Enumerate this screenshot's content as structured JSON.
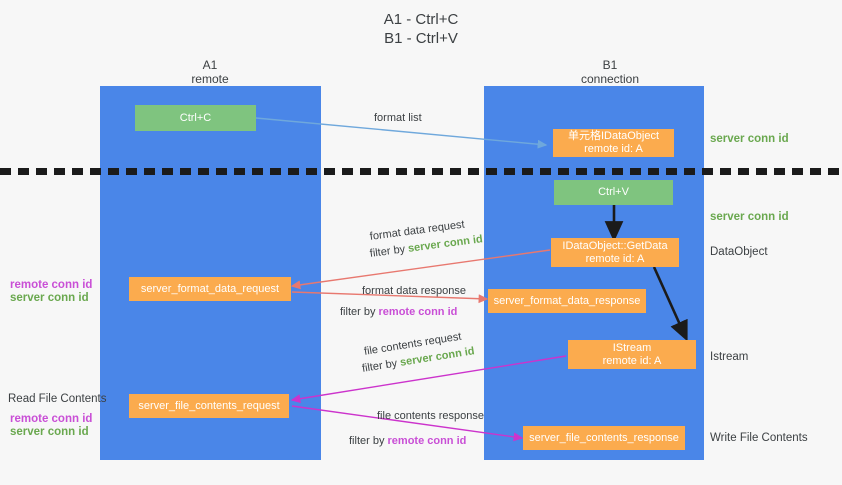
{
  "title": "A1 - Ctrl+C\nB1 - Ctrl+V",
  "colors": {
    "lane": "#4a86e8",
    "box_green": "#7fc47f",
    "box_orange": "#fbab4e",
    "server_conn_id": "#6aa84f",
    "remote_conn_id": "#c94fd6",
    "arrow_blue": "#6fa8dc",
    "arrow_red": "#e8786f",
    "arrow_magenta": "#cc33cc",
    "arrow_black": "#1b1b1b",
    "background": "#f7f7f7"
  },
  "columns": [
    {
      "name": "A1",
      "sub": "remote"
    },
    {
      "name": "B1",
      "sub": "connection"
    }
  ],
  "boxes": {
    "ctrl_c": {
      "line1": "Ctrl+C"
    },
    "idataobject": {
      "line1": "单元格IDataObject",
      "line2": "remote id: A"
    },
    "ctrl_v": {
      "line1": "Ctrl+V"
    },
    "getdata": {
      "line1": "IDataObject::GetData",
      "line2": "remote id: A"
    },
    "istream": {
      "line1": "IStream",
      "line2": "remote id: A"
    },
    "server_format_data_request": {
      "line1": "server_format_data_request"
    },
    "server_format_data_response": {
      "line1": "server_format_data_response"
    },
    "server_file_contents_request": {
      "line1": "server_file_contents_request"
    },
    "server_file_contents_response": {
      "line1": "server_file_contents_response"
    }
  },
  "edge_labels": {
    "format_list": "format list",
    "format_data_request": "format data request",
    "format_data_request_filter_prefix": "filter by ",
    "format_data_request_filter_value": "server conn id",
    "format_data_response": "format data response",
    "format_data_response_filter_prefix": "filter by ",
    "format_data_response_filter_value": "remote conn id",
    "file_contents_request": "file contents request",
    "file_contents_request_filter_prefix": "filter by ",
    "file_contents_request_filter_value": "server conn id",
    "file_contents_response": "file contents response",
    "file_contents_response_filter_prefix": "filter by ",
    "file_contents_response_filter_value": "remote conn id"
  },
  "right_labels": {
    "server_conn_id_top": "server conn id",
    "server_conn_id_mid": "server conn id",
    "dataobject": "DataObject",
    "istream": "Istream",
    "write_file_contents": "Write File Contents"
  },
  "left_labels": {
    "remote_conn_id_upper": "remote conn id",
    "server_conn_id_upper": "server conn id",
    "read_file_contents": "Read File Contents",
    "remote_conn_id_lower": "remote conn id",
    "server_conn_id_lower": "server conn id"
  }
}
